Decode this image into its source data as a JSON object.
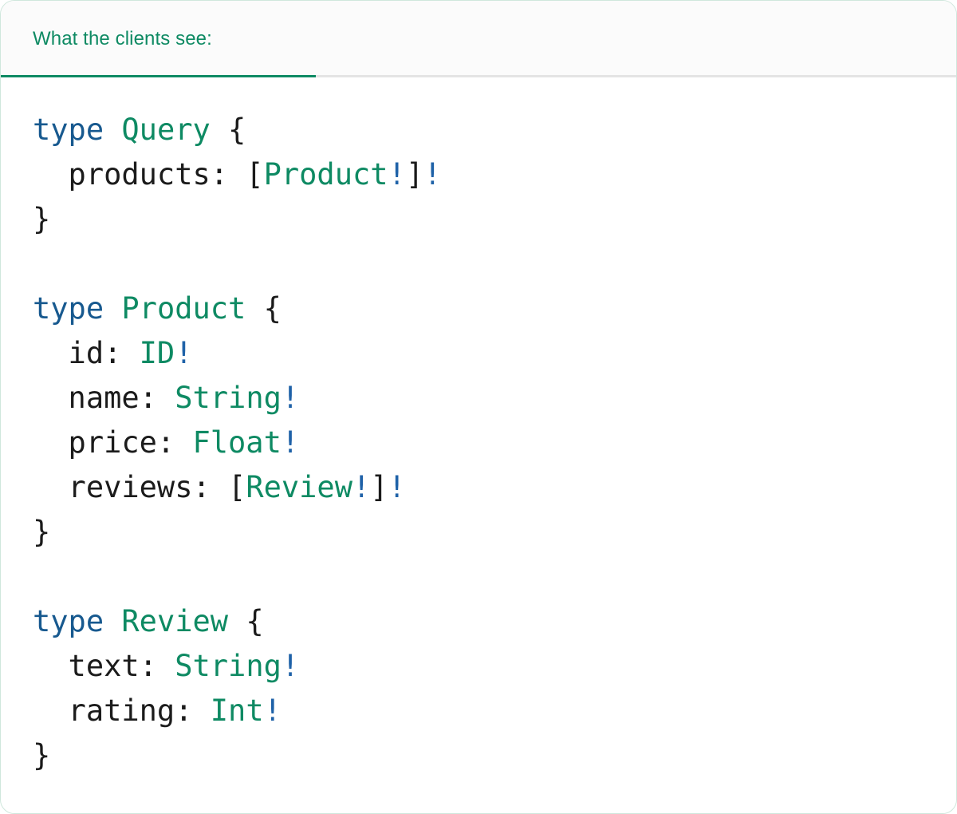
{
  "card": {
    "border_color": "#cfe7dc",
    "background": "#ffffff"
  },
  "header": {
    "background": "#fbfbfb",
    "divider_color": "#e4e4e4",
    "tabs": [
      {
        "label": "What the clients see:",
        "active": true,
        "accent_color": "#0e8a63"
      }
    ]
  },
  "colors": {
    "keyword": "#17598f",
    "type": "#0e8a63",
    "bang": "#1f62a8",
    "punctuation": "#1b1b1b",
    "field": "#1b1b1b"
  },
  "code": {
    "language": "graphql",
    "lines": [
      {
        "id": "l1",
        "tokens": [
          {
            "t": "type",
            "c": "kw"
          },
          {
            "t": " ",
            "c": "punct"
          },
          {
            "t": "Query",
            "c": "type"
          },
          {
            "t": " {",
            "c": "punct"
          }
        ]
      },
      {
        "id": "l2",
        "tokens": [
          {
            "t": "  products: ",
            "c": "field"
          },
          {
            "t": "[",
            "c": "punct"
          },
          {
            "t": "Product",
            "c": "type"
          },
          {
            "t": "!",
            "c": "bang"
          },
          {
            "t": "]",
            "c": "punct"
          },
          {
            "t": "!",
            "c": "bang"
          }
        ]
      },
      {
        "id": "l3",
        "tokens": [
          {
            "t": "}",
            "c": "punct"
          }
        ]
      },
      {
        "id": "l4",
        "tokens": []
      },
      {
        "id": "l5",
        "tokens": [
          {
            "t": "type",
            "c": "kw"
          },
          {
            "t": " ",
            "c": "punct"
          },
          {
            "t": "Product",
            "c": "type"
          },
          {
            "t": " {",
            "c": "punct"
          }
        ]
      },
      {
        "id": "l6",
        "tokens": [
          {
            "t": "  id: ",
            "c": "field"
          },
          {
            "t": "ID",
            "c": "type"
          },
          {
            "t": "!",
            "c": "bang"
          }
        ]
      },
      {
        "id": "l7",
        "tokens": [
          {
            "t": "  name: ",
            "c": "field"
          },
          {
            "t": "String",
            "c": "type"
          },
          {
            "t": "!",
            "c": "bang"
          }
        ]
      },
      {
        "id": "l8",
        "tokens": [
          {
            "t": "  price: ",
            "c": "field"
          },
          {
            "t": "Float",
            "c": "type"
          },
          {
            "t": "!",
            "c": "bang"
          }
        ]
      },
      {
        "id": "l9",
        "tokens": [
          {
            "t": "  reviews: ",
            "c": "field"
          },
          {
            "t": "[",
            "c": "punct"
          },
          {
            "t": "Review",
            "c": "type"
          },
          {
            "t": "!",
            "c": "bang"
          },
          {
            "t": "]",
            "c": "punct"
          },
          {
            "t": "!",
            "c": "bang"
          }
        ]
      },
      {
        "id": "l10",
        "tokens": [
          {
            "t": "}",
            "c": "punct"
          }
        ]
      },
      {
        "id": "l11",
        "tokens": []
      },
      {
        "id": "l12",
        "tokens": [
          {
            "t": "type",
            "c": "kw"
          },
          {
            "t": " ",
            "c": "punct"
          },
          {
            "t": "Review",
            "c": "type"
          },
          {
            "t": " {",
            "c": "punct"
          }
        ]
      },
      {
        "id": "l13",
        "tokens": [
          {
            "t": "  text: ",
            "c": "field"
          },
          {
            "t": "String",
            "c": "type"
          },
          {
            "t": "!",
            "c": "bang"
          }
        ]
      },
      {
        "id": "l14",
        "tokens": [
          {
            "t": "  rating: ",
            "c": "field"
          },
          {
            "t": "Int",
            "c": "type"
          },
          {
            "t": "!",
            "c": "bang"
          }
        ]
      },
      {
        "id": "l15",
        "tokens": [
          {
            "t": "}",
            "c": "punct"
          }
        ]
      }
    ]
  }
}
